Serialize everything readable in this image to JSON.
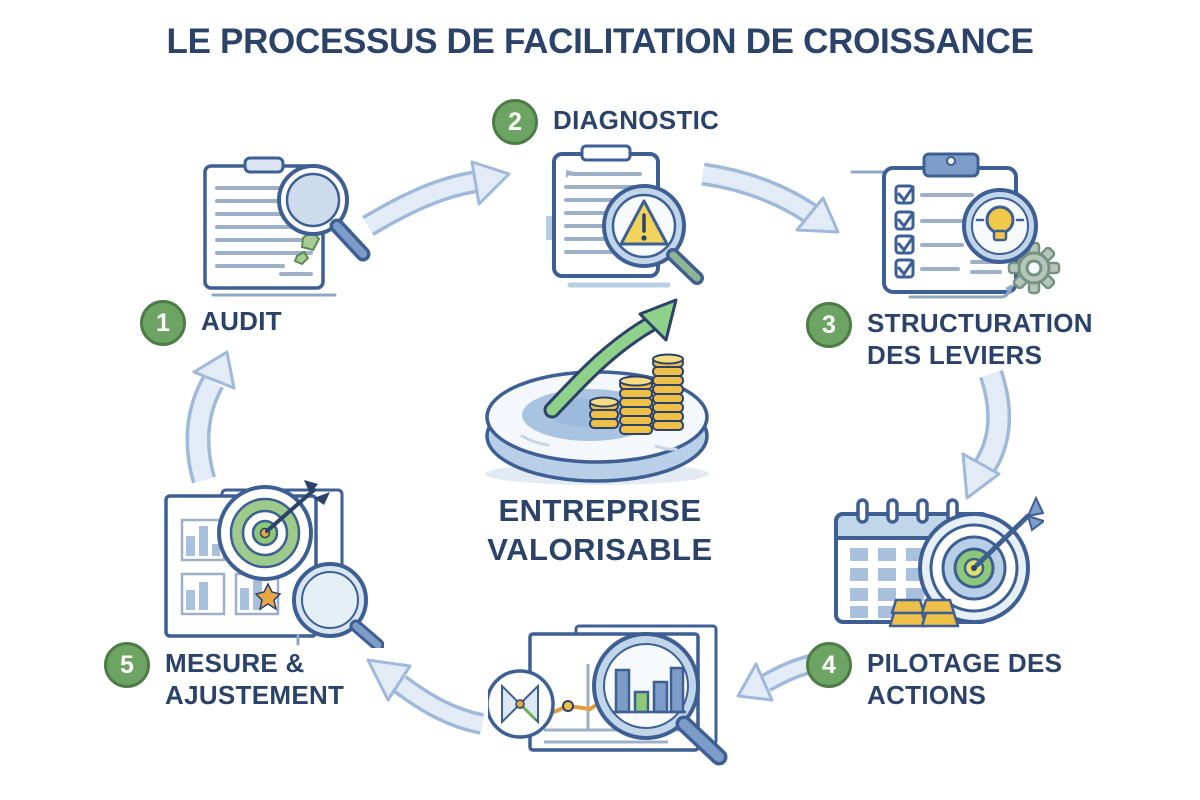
{
  "title": "LE PROCESSUS DE FACILITATION DE CROISSANCE",
  "center": {
    "icon": "coin-stacks-growth-arrow-pedestal",
    "label_line1": "ENTREPRISE",
    "label_line2": "VALORISABLE"
  },
  "steps": [
    {
      "number": "1",
      "label": "AUDIT",
      "icon": "document-magnifier-icon"
    },
    {
      "number": "2",
      "label": "DIAGNOSTIC",
      "icon": "clipboard-warning-magnifier-icon"
    },
    {
      "number": "3",
      "label": "STRUCTURATION\nDES LEVIERS",
      "icon": "checklist-lightbulb-gear-icon"
    },
    {
      "number": "4",
      "label": "PILOTAGE DES\nACTIONS",
      "icon": "calendar-target-dart-icon"
    },
    {
      "number": "5",
      "label": "MESURE &\nAJUSTEMENT",
      "icon": "reports-target-magnifier-icon"
    }
  ],
  "connector_icon": "chart-analysis-magnifier-icon",
  "colors": {
    "title_text": "#2b4269",
    "badge_fill": "#6da463",
    "badge_border": "#4d7c47",
    "badge_number": "#ffffff",
    "arrow_fill": "#e3ecf6",
    "arrow_outline": "#9fb9da",
    "outline_blue": "#3d5f94",
    "light_blue": "#c2d6ea",
    "coin_gold": "#eec04a",
    "growth_green": "#8fd08a",
    "warning_yellow": "#f2d35c",
    "bulb_yellow": "#f2c84b"
  }
}
